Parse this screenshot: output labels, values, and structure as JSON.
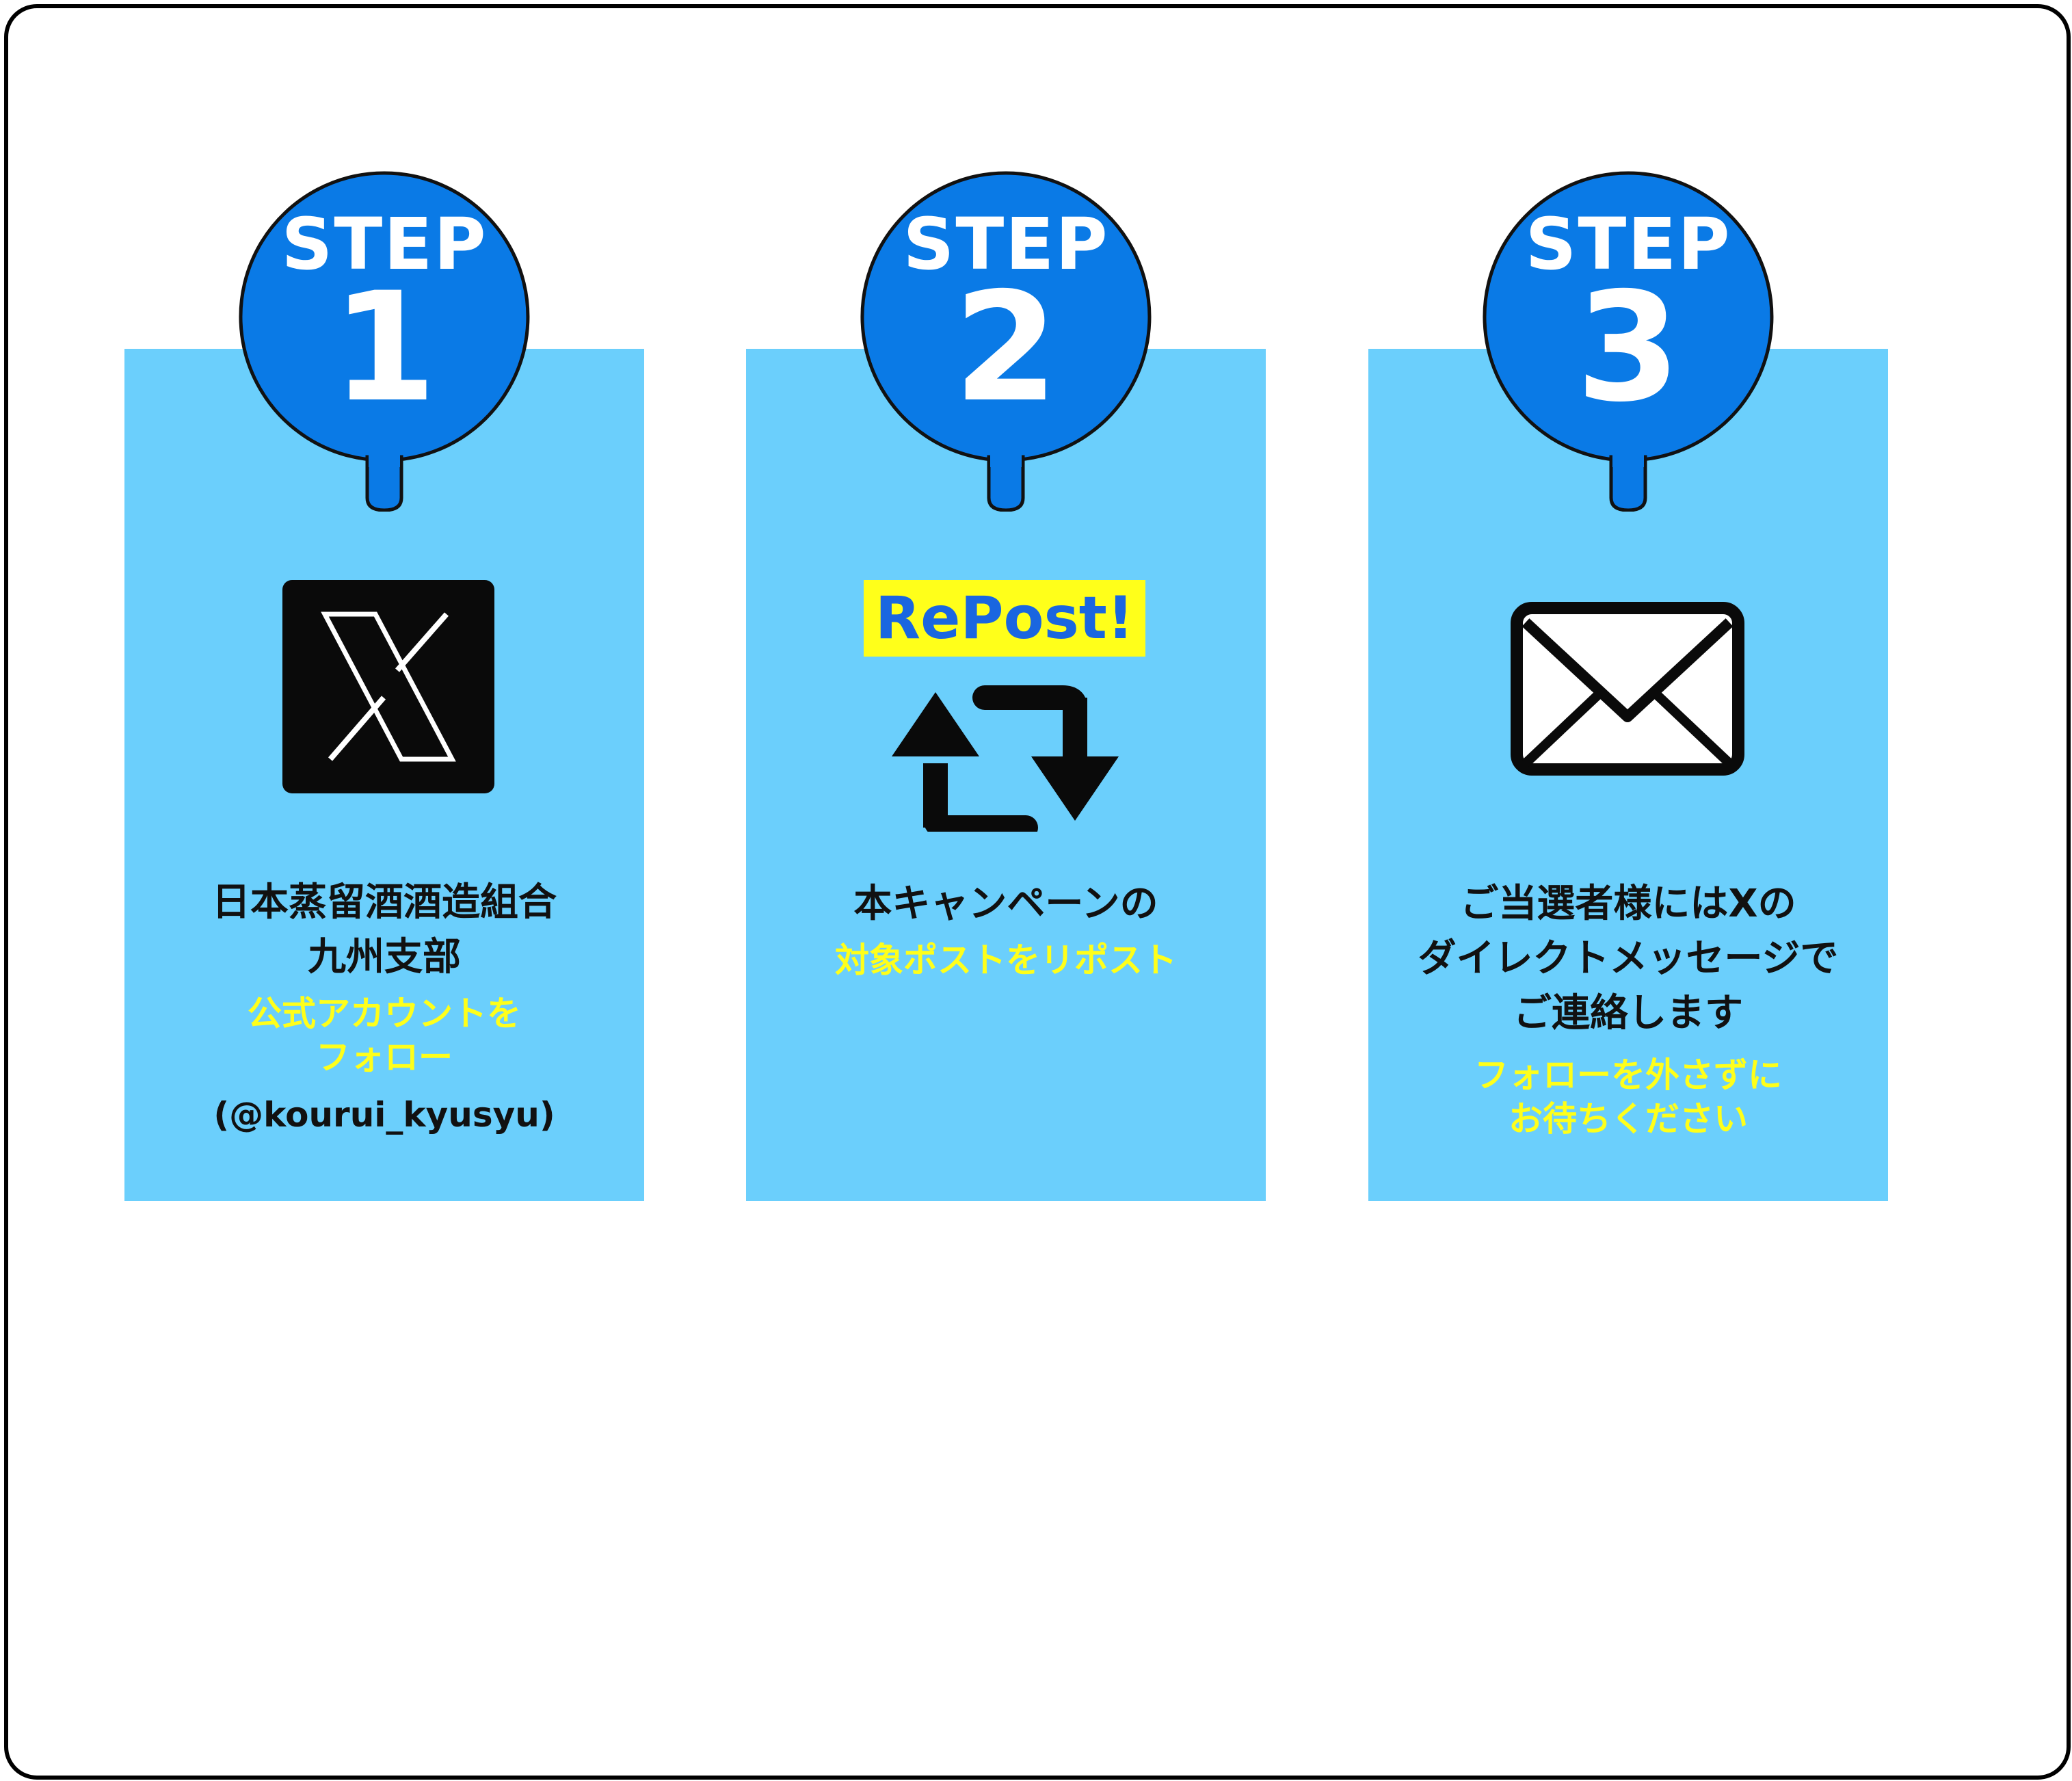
{
  "colors": {
    "panel": "#6bcffc",
    "step_circle": "#0a7ae6",
    "highlight_yellow": "#ffff1a",
    "repost_text": "#1a66e0",
    "text_dark": "#111111"
  },
  "steps": [
    {
      "label": "STEP",
      "number": "1",
      "icon": "x-logo-icon",
      "lines": [
        "日本蒸留酒酒造組合",
        "九州支部"
      ],
      "highlight": [
        "公式アカウントを",
        "フォロー"
      ],
      "handle": "(@kourui_kyusyu)"
    },
    {
      "label": "STEP",
      "number": "2",
      "icon": "repost-icon",
      "badge": "RePost!",
      "lines": [
        "本キャンペーンの"
      ],
      "highlight": [
        "対象ポストをリポスト"
      ]
    },
    {
      "label": "STEP",
      "number": "3",
      "icon": "envelope-icon",
      "lines": [
        "ご当選者様にはXの",
        "ダイレクトメッセージで",
        "ご連絡します"
      ],
      "highlight": [
        "フォローを外さずに",
        "お待ちください"
      ]
    }
  ]
}
